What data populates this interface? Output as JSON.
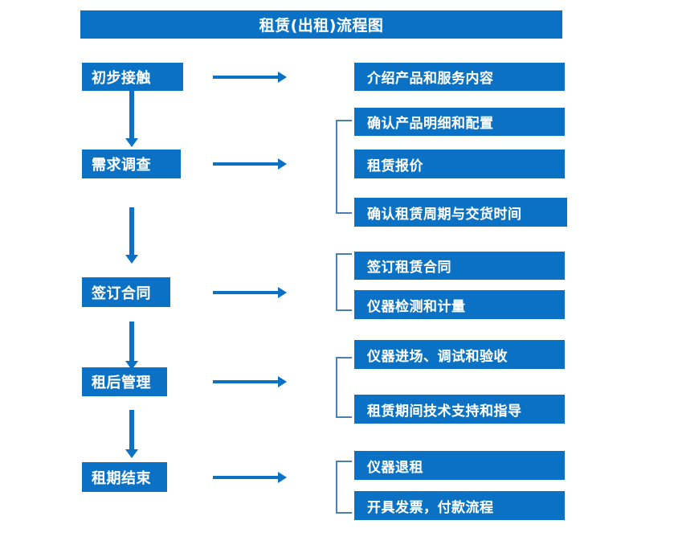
{
  "diagram": {
    "title": "租赁(出租)流程图",
    "accent_color": "#0a71c4",
    "bracket_color": "#4a7fbd",
    "background_color": "#ffffff",
    "text_color": "#ffffff",
    "type": "flowchart",
    "stages": [
      {
        "label": "初步接触",
        "details": [
          "介绍产品和服务内容"
        ],
        "has_bracket": false
      },
      {
        "label": "需求调查",
        "details": [
          "确认产品明细和配置",
          "租赁报价",
          "确认租赁周期与交货时间"
        ],
        "has_bracket": true
      },
      {
        "label": "签订合同",
        "details": [
          "签订租赁合同",
          "仪器检测和计量"
        ],
        "has_bracket": true
      },
      {
        "label": "租后管理",
        "details": [
          "仪器进场、调试和验收",
          "租赁期间技术支持和指导"
        ],
        "has_bracket": true
      },
      {
        "label": "租期结束",
        "details": [
          "仪器退租",
          "开具发票，付款流程"
        ],
        "has_bracket": true
      }
    ]
  }
}
